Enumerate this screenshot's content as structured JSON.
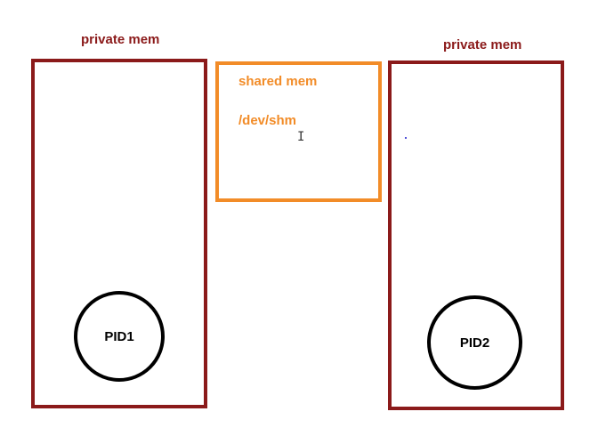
{
  "colors": {
    "private": "#8b1a1a",
    "shared": "#f28c28",
    "process": "#000000",
    "dot": "#1a1acc"
  },
  "left_region": {
    "label": "private mem",
    "process": "PID1"
  },
  "shared_region": {
    "label": "shared mem",
    "path": "/dev/shm"
  },
  "right_region": {
    "label": "private mem",
    "process": "PID2"
  },
  "icons": {
    "cursor": "text-cursor-icon"
  }
}
